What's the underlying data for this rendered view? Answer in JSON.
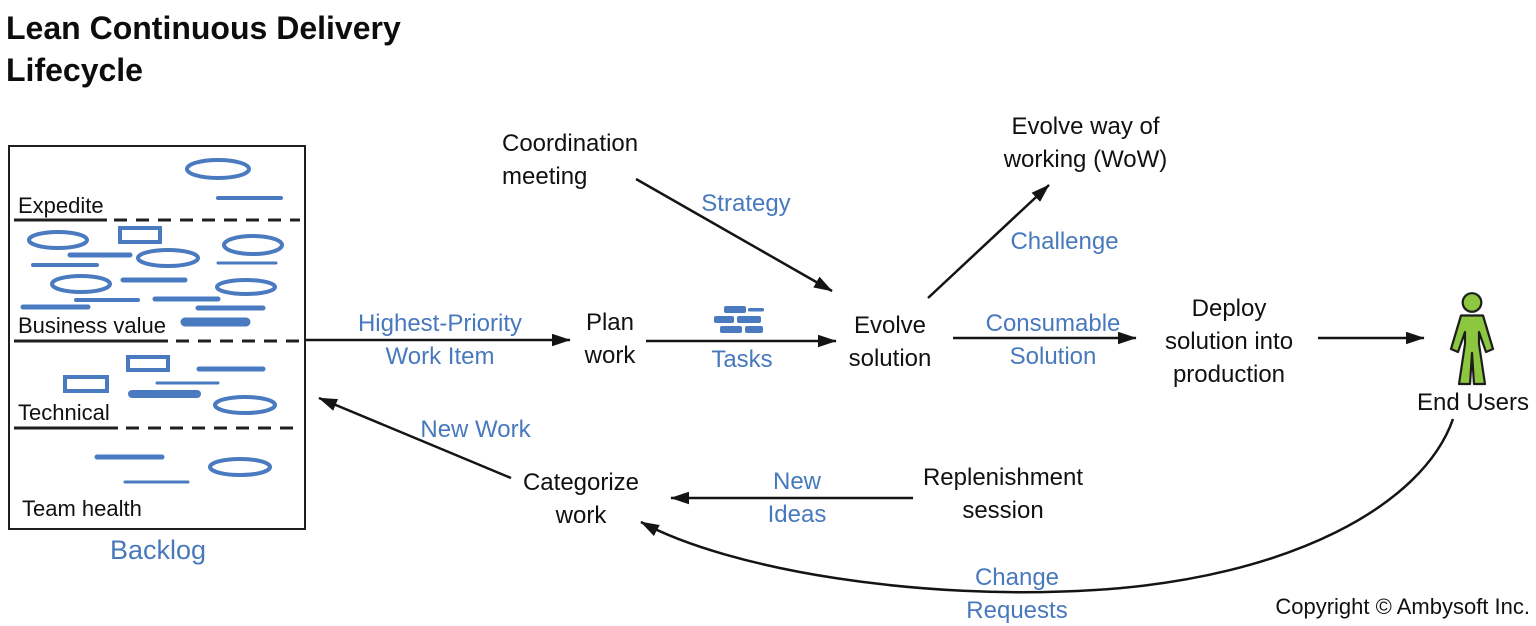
{
  "title": "Lean Continuous Delivery Lifecycle",
  "backlog": {
    "label": "Backlog",
    "sections": [
      {
        "label": "Expedite"
      },
      {
        "label": "Business value"
      },
      {
        "label": "Technical"
      },
      {
        "label": "Team health"
      }
    ]
  },
  "nodes": {
    "coordination_meeting": "Coordination meeting",
    "plan_work": "Plan work",
    "evolve_solution": "Evolve solution",
    "evolve_wow": "Evolve way of working (WoW)",
    "deploy": "Deploy solution into production",
    "end_users": "End Users",
    "replenishment": "Replenishment session",
    "categorize_work": "Categorize work"
  },
  "flow_labels": {
    "highest_priority": "Highest-Priority Work Item",
    "tasks": "Tasks",
    "strategy": "Strategy",
    "challenge": "Challenge",
    "consumable": "Consumable Solution",
    "new_work": "New Work",
    "new_ideas": "New Ideas",
    "change_requests": "Change Requests"
  },
  "icons": {
    "tasks_icon": "task-cards-icon",
    "end_users_icon": "person-icon"
  },
  "colors": {
    "label_blue": "#4879bd",
    "shape_blue": "#4a7abf",
    "person_green": "#8dc63f",
    "line_black": "#141414"
  },
  "footer": {
    "copyright": "Copyright © Ambysoft Inc."
  }
}
